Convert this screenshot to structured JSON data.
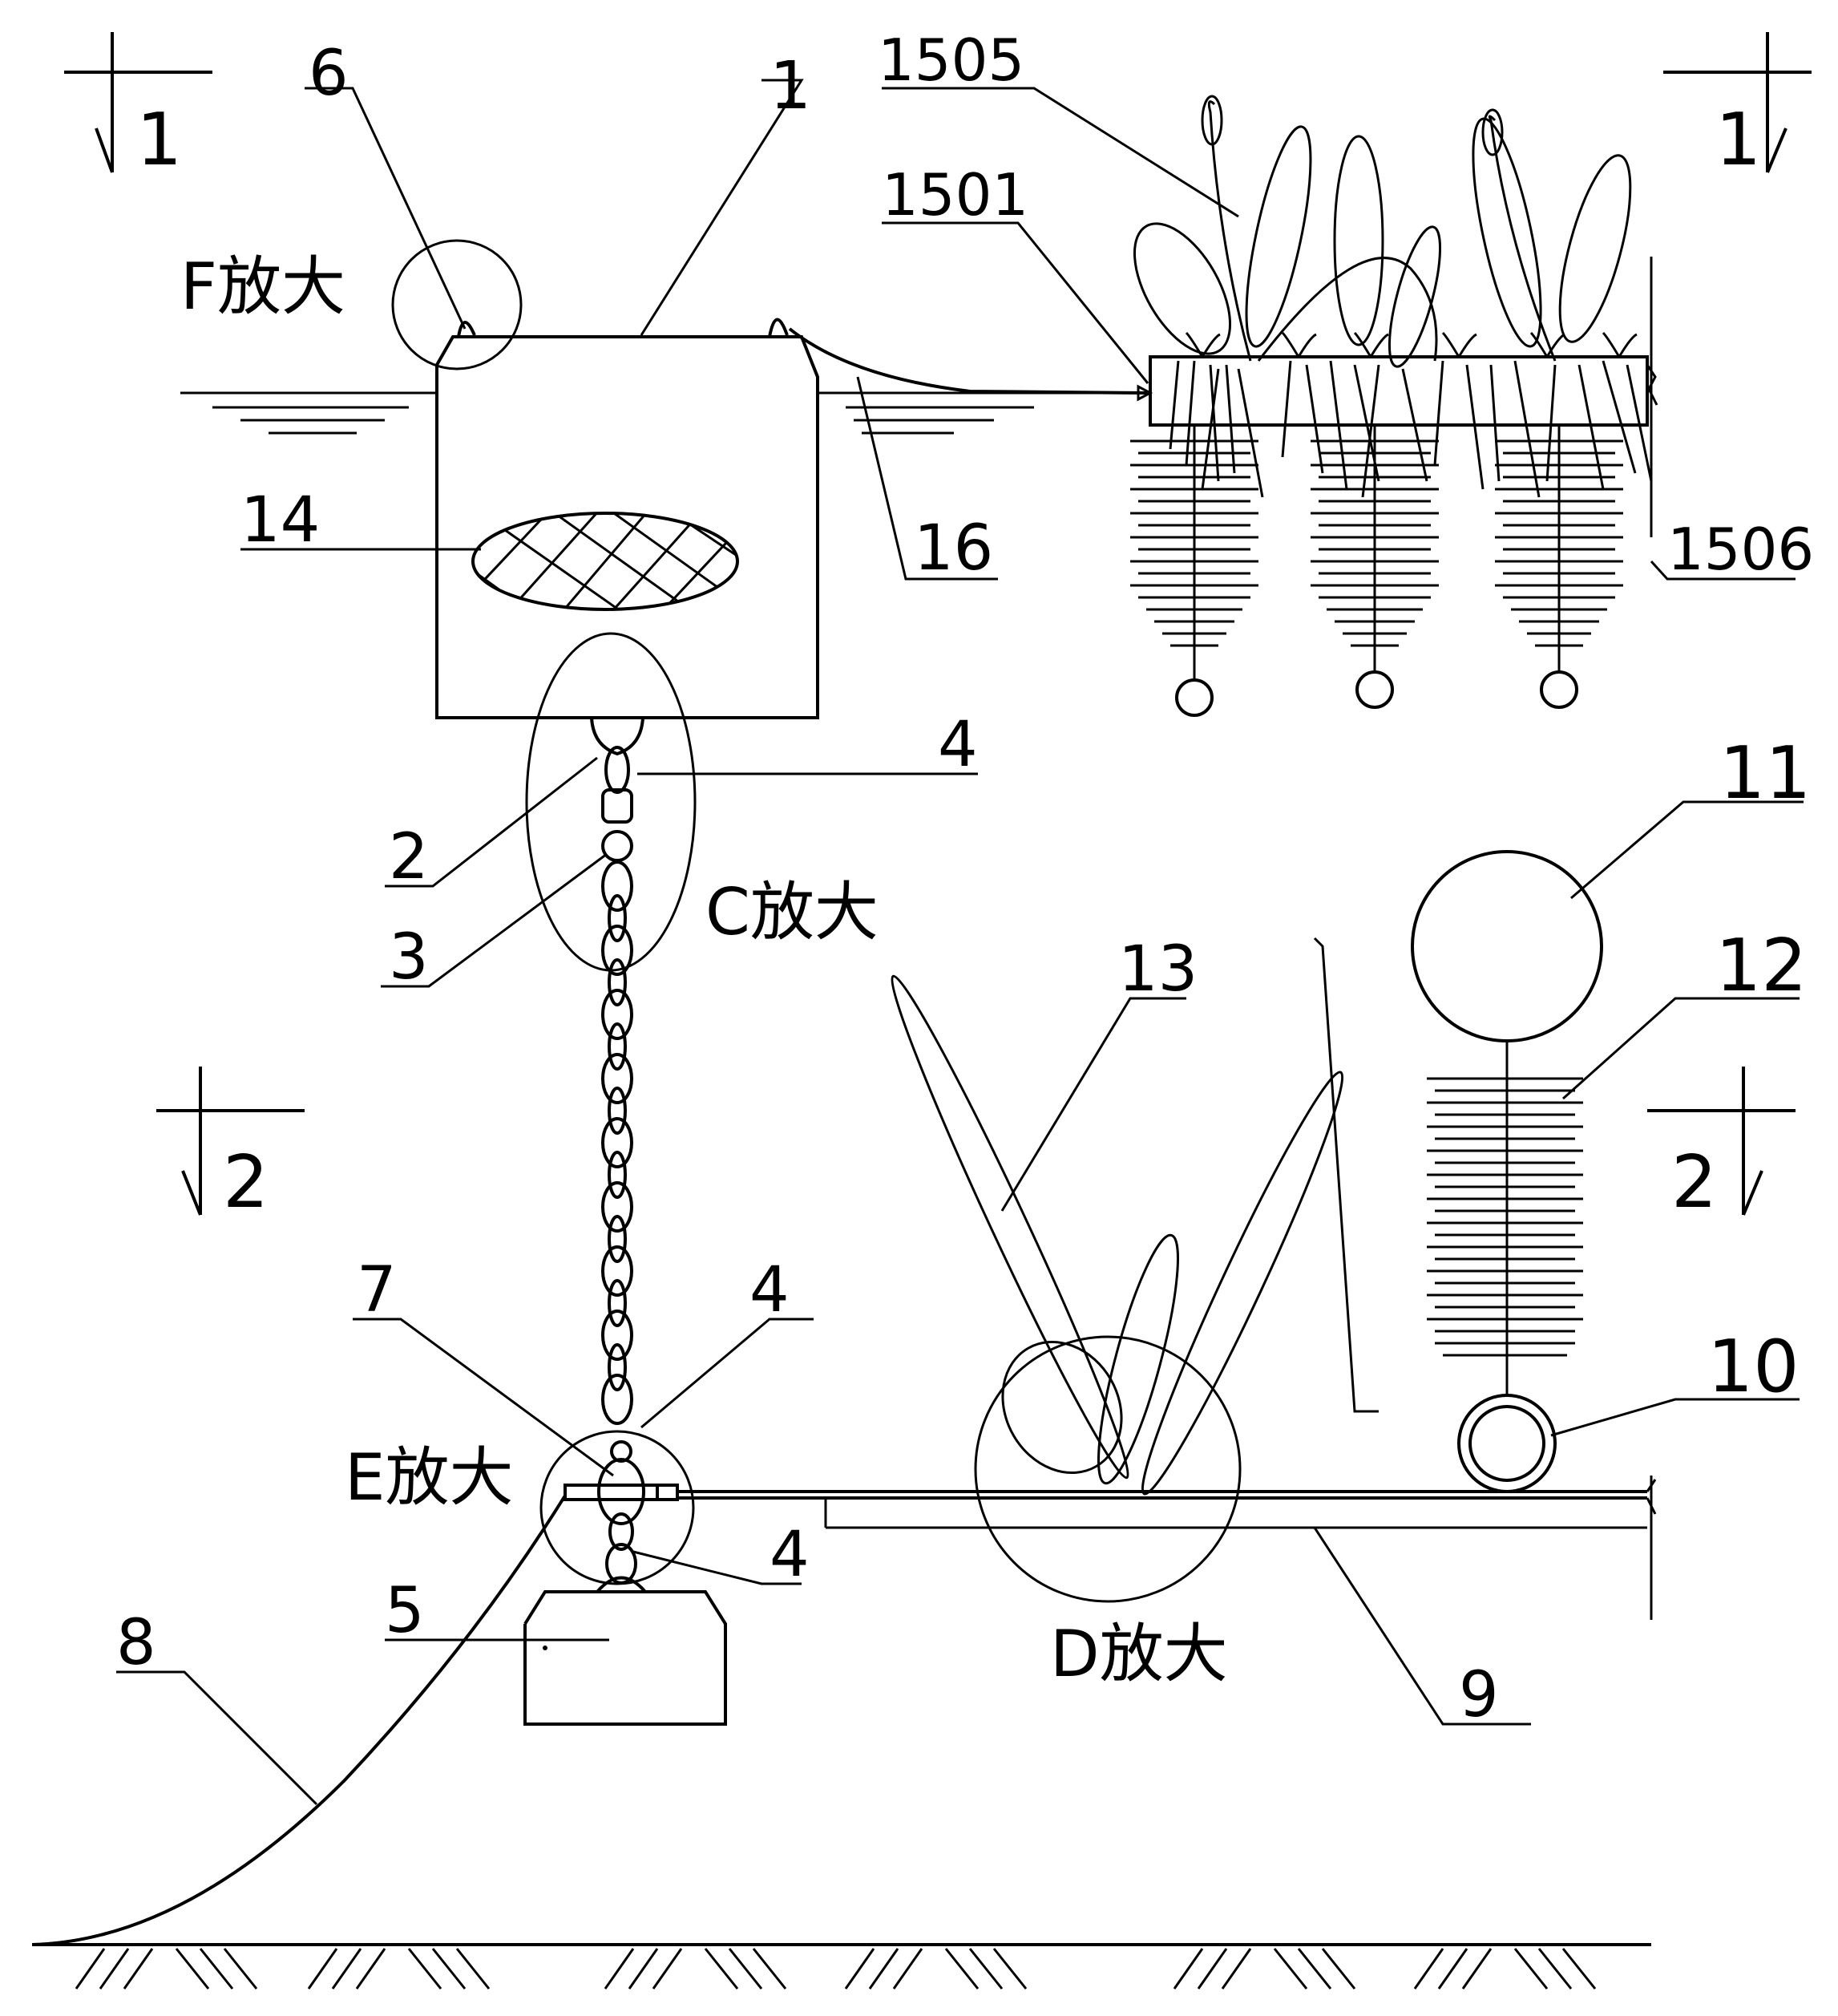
{
  "labels": {
    "l1": "1",
    "l2": "2",
    "l3": "3",
    "l4a": "4",
    "l4b": "4",
    "l4c": "4",
    "l5": "5",
    "l6": "6",
    "l7": "7",
    "l8": "8",
    "l9": "9",
    "l10": "10",
    "l11": "11",
    "l12": "12",
    "l13": "13",
    "l14": "14",
    "l16": "16",
    "l1501": "1501",
    "l1505": "1505",
    "l1506": "1506"
  },
  "enlargements": {
    "f": "F放大",
    "c": "C放大",
    "e": "E放大",
    "d": "D放大"
  },
  "sections": {
    "s1_left": "1",
    "s1_right": "1",
    "s2_left": "2",
    "s2_right": "2"
  }
}
